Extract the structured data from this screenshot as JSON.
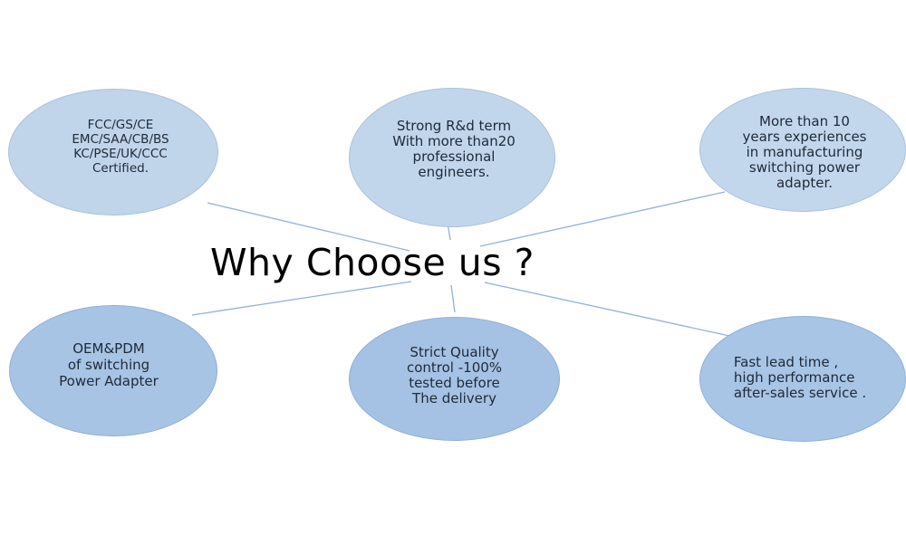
{
  "diagram": {
    "title": "Why Choose us ?",
    "bubbles": [
      {
        "id": "certification",
        "text": "FCC/GS/CE\nEMC/SAA/CB/BS\nKC/PSE/UK/CCC\nCertified."
      },
      {
        "id": "rd-team",
        "text": "Strong R&d term\nWith more than20\nprofessional\nengineers."
      },
      {
        "id": "experience",
        "text": "More than 10\nyears experiences\nin manufacturing\nswitching power\nadapter."
      },
      {
        "id": "oem-odm",
        "text": "OEM&PDM\nof switching\nPower Adapter"
      },
      {
        "id": "quality",
        "text": "Strict Quality\ncontrol -100%\ntested before\nThe delivery"
      },
      {
        "id": "service",
        "text": "Fast lead time ,\n high performance\nafter-sales service ."
      }
    ],
    "colors": {
      "top_bubbles": "#c1d6eb",
      "bottom_bubbles": "#a6c3e5",
      "connector_line": "#8fb3d9",
      "title_text": "#000000"
    }
  }
}
